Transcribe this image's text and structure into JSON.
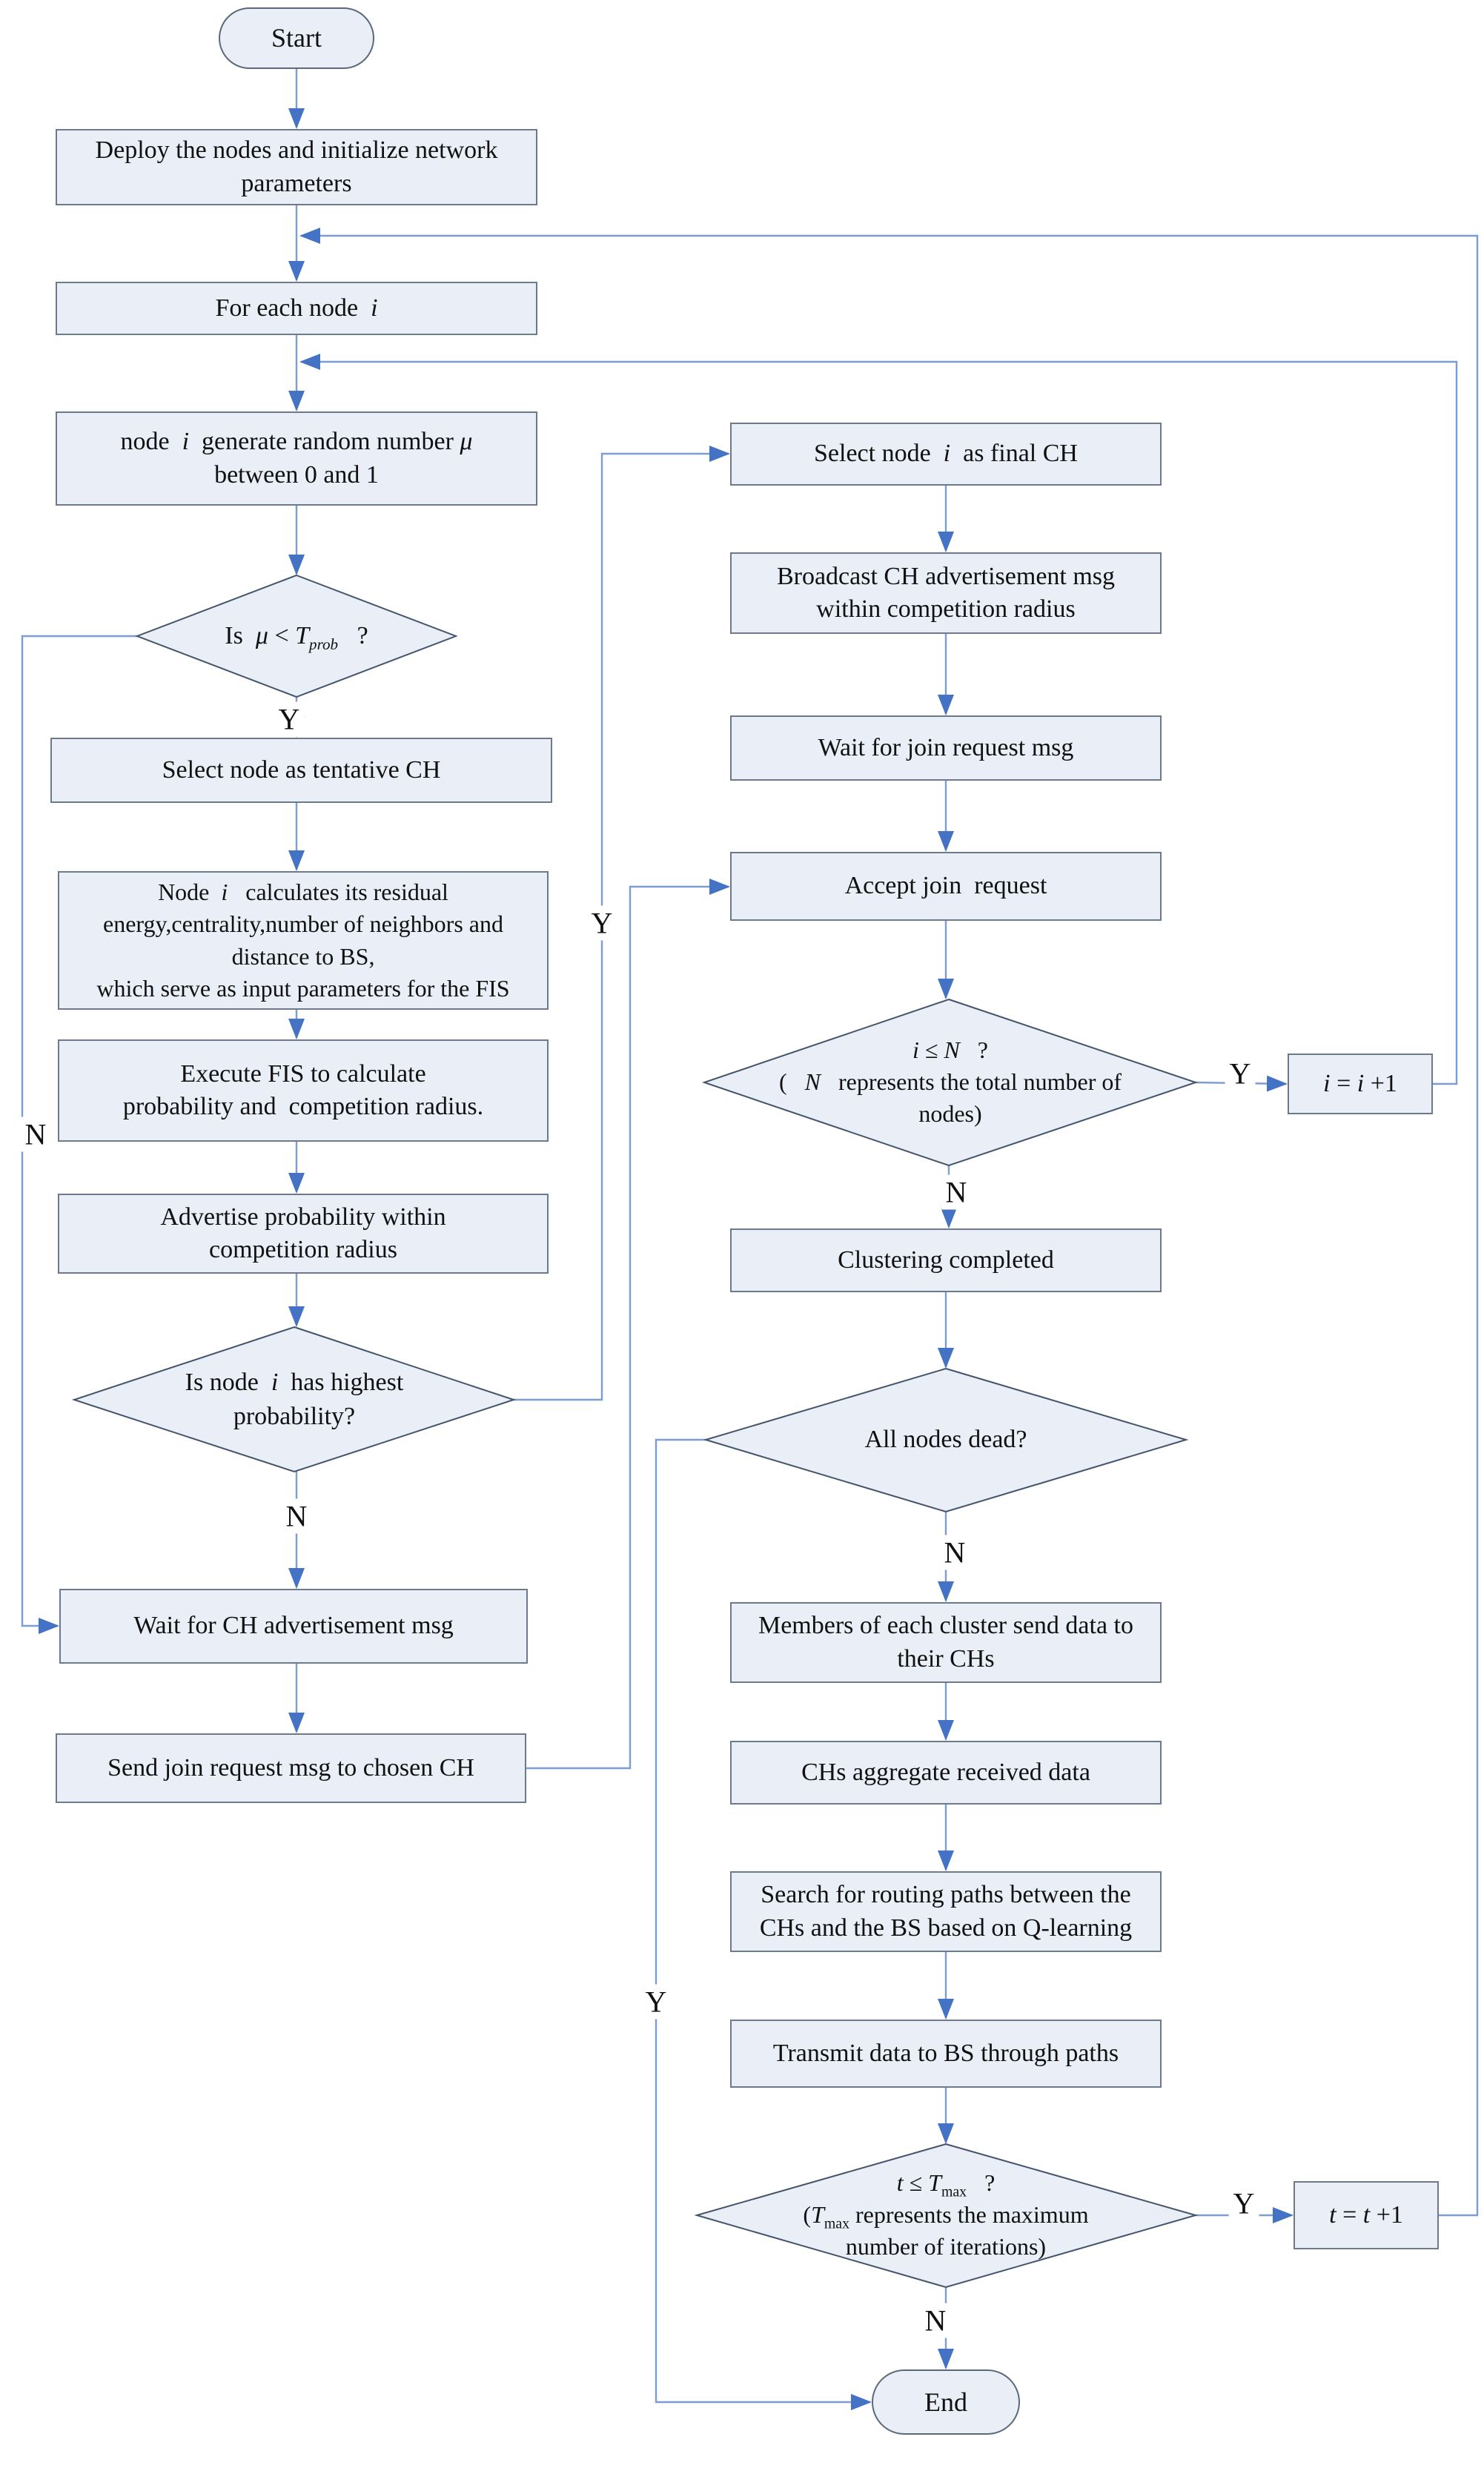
{
  "title": "Clustering and routing flowchart",
  "colors": {
    "shape_fill": "#e9eef7",
    "shape_border": "#6c7a8c",
    "diamond_border": "#44546a",
    "line": "#7b9cd4",
    "arrow": "#4472c4",
    "text": "#111111",
    "page_bg": "#ffffff"
  },
  "nodes": {
    "start": {
      "label": "Start"
    },
    "deploy": {
      "lines": [
        [
          "Deploy the nodes and initialize network"
        ],
        [
          "parameters"
        ]
      ]
    },
    "for_each": {
      "lines": [
        [
          {
            "t": "For each node  "
          },
          {
            "t": "i",
            "i": true
          }
        ]
      ]
    },
    "node_generate": {
      "lines": [
        [
          {
            "t": "node  "
          },
          {
            "t": "i",
            "i": true
          },
          {
            "t": "  generate random number "
          },
          {
            "t": "μ",
            "i": true
          }
        ],
        [
          "between 0 and 1"
        ]
      ]
    },
    "decision_mu": {
      "lines": [
        [
          {
            "t": "Is  "
          },
          {
            "t": "μ",
            "i": true
          },
          {
            "t": " < "
          },
          {
            "t": "T",
            "i": true
          },
          {
            "t": "prob",
            "i": true,
            "sub": true
          },
          {
            "t": "   ?"
          }
        ]
      ]
    },
    "tentative": {
      "lines": [
        [
          "Select node as tentative CH"
        ]
      ]
    },
    "calculates": {
      "lines": [
        [
          {
            "t": "Node  "
          },
          {
            "t": "i",
            "i": true
          },
          {
            "t": "   calculates its residual"
          }
        ],
        [
          "energy,centrality,number of neighbors and"
        ],
        [
          "distance to BS,"
        ],
        [
          "which serve as input parameters for the FIS"
        ]
      ]
    },
    "execute_fis": {
      "lines": [
        [
          "Execute FIS to calculate"
        ],
        [
          "probability and  competition radius."
        ]
      ]
    },
    "advertise": {
      "lines": [
        [
          "Advertise probability within"
        ],
        [
          "competition radius"
        ]
      ]
    },
    "decision_highest": {
      "lines": [
        [
          {
            "t": "Is node  "
          },
          {
            "t": "i",
            "i": true
          },
          {
            "t": "  has highest"
          }
        ],
        [
          "probability?"
        ]
      ]
    },
    "wait_ch_adv": {
      "lines": [
        [
          "Wait for CH advertisement msg"
        ]
      ]
    },
    "send_join": {
      "lines": [
        [
          "Send join request msg to chosen CH"
        ]
      ]
    },
    "select_final": {
      "lines": [
        [
          {
            "t": "Select node  "
          },
          {
            "t": "i",
            "i": true
          },
          {
            "t": "  as final CH"
          }
        ]
      ]
    },
    "broadcast": {
      "lines": [
        [
          "Broadcast CH advertisement msg"
        ],
        [
          "within competition radius"
        ]
      ]
    },
    "wait_join": {
      "lines": [
        [
          "Wait for join request msg"
        ]
      ]
    },
    "accept_join": {
      "lines": [
        [
          "Accept join  request"
        ]
      ]
    },
    "decision_i_n": {
      "lines": [
        [
          {
            "t": "i",
            "i": true
          },
          {
            "t": " ≤ "
          },
          {
            "t": "N",
            "i": true
          },
          {
            "t": "   ?"
          }
        ],
        [
          {
            "t": "(   "
          },
          {
            "t": "N",
            "i": true
          },
          {
            "t": "   represents the total number of"
          }
        ],
        [
          "nodes)"
        ]
      ]
    },
    "inc_i": {
      "lines": [
        [
          {
            "t": "i",
            "i": true
          },
          {
            "t": " = "
          },
          {
            "t": "i",
            "i": true
          },
          {
            "t": " +1"
          }
        ]
      ]
    },
    "clustering": {
      "lines": [
        [
          "Clustering completed"
        ]
      ]
    },
    "decision_dead": {
      "lines": [
        [
          "All nodes dead?"
        ]
      ]
    },
    "members": {
      "lines": [
        [
          "Members of each cluster send data to"
        ],
        [
          "their CHs"
        ]
      ]
    },
    "aggregate": {
      "lines": [
        [
          "CHs aggregate received data"
        ]
      ]
    },
    "search_paths": {
      "lines": [
        [
          "Search for routing paths between the"
        ],
        [
          "CHs and the BS based on Q-learning"
        ]
      ]
    },
    "transmit": {
      "lines": [
        [
          "Transmit data to BS through paths"
        ]
      ]
    },
    "decision_t": {
      "lines": [
        [
          {
            "t": "t",
            "i": true
          },
          {
            "t": " ≤ "
          },
          {
            "t": "T",
            "i": true
          },
          {
            "t": "max",
            "sub": true
          },
          {
            "t": "   ?"
          }
        ],
        [
          {
            "t": "("
          },
          {
            "t": "T",
            "i": true
          },
          {
            "t": "max",
            "sub": true
          },
          {
            "t": " represents the maximum"
          }
        ],
        [
          "number of iterations)"
        ]
      ]
    },
    "inc_t": {
      "lines": [
        [
          {
            "t": "t",
            "i": true
          },
          {
            "t": " = "
          },
          {
            "t": "t",
            "i": true
          },
          {
            "t": " +1"
          }
        ]
      ]
    },
    "end": {
      "label": "End"
    }
  },
  "edge_labels": {
    "y_mu": "Y",
    "n_left": "N",
    "n_highest": "N",
    "y_accept": "Y",
    "y_in": "Y",
    "n_in": "N",
    "n_dead": "N",
    "y_dead": "Y",
    "y_t": "Y",
    "n_t": "N"
  }
}
